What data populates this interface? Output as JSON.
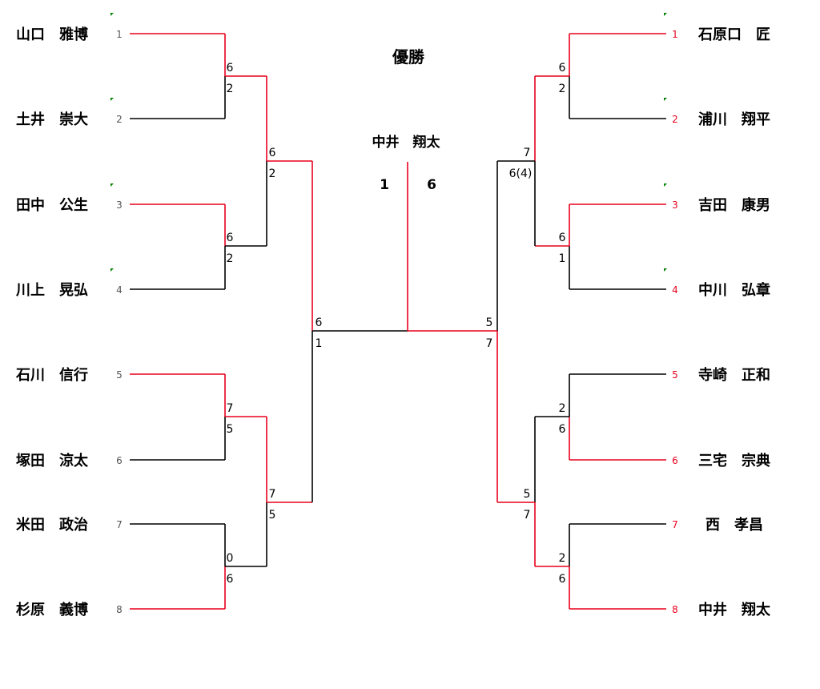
{
  "title": "優勝",
  "champion": {
    "name": "中井　翔太",
    "score_left": "1",
    "score_right": "6"
  },
  "left_players": [
    {
      "seed": "1",
      "name": "山口　雅博"
    },
    {
      "seed": "2",
      "name": "土井　崇大"
    },
    {
      "seed": "3",
      "name": "田中　公生"
    },
    {
      "seed": "4",
      "name": "川上　晃弘"
    },
    {
      "seed": "5",
      "name": "石川　信行"
    },
    {
      "seed": "6",
      "name": "塚田　涼太"
    },
    {
      "seed": "7",
      "name": "米田　政治"
    },
    {
      "seed": "8",
      "name": "杉原　義博"
    }
  ],
  "right_players": [
    {
      "seed": "1",
      "name": "石原口　匠"
    },
    {
      "seed": "2",
      "name": "浦川　翔平"
    },
    {
      "seed": "3",
      "name": "吉田　康男"
    },
    {
      "seed": "4",
      "name": "中川　弘章"
    },
    {
      "seed": "5",
      "name": "寺崎　正和"
    },
    {
      "seed": "6",
      "name": "三宅　宗典"
    },
    {
      "seed": "7",
      "name": "西　孝昌"
    },
    {
      "seed": "8",
      "name": "中井　翔太"
    }
  ],
  "left_scores": {
    "r1": [
      [
        "6",
        "2"
      ],
      [
        "6",
        "2"
      ],
      [
        "7",
        "5"
      ],
      [
        "0",
        "6"
      ]
    ],
    "r2": [
      [
        "6",
        "2"
      ],
      [
        "7",
        "5"
      ]
    ],
    "r3": [
      [
        "6",
        "1"
      ]
    ]
  },
  "right_scores": {
    "r1": [
      [
        "6",
        "2"
      ],
      [
        "6",
        "1"
      ],
      [
        "2",
        "6"
      ],
      [
        "2",
        "6"
      ]
    ],
    "r2": [
      [
        "7",
        "6(4)"
      ],
      [
        "5",
        "7"
      ]
    ],
    "r3": [
      [
        "5",
        "7"
      ]
    ]
  },
  "colors": {
    "win": "#e8001c",
    "line": "#000000",
    "mark": "#008000"
  }
}
